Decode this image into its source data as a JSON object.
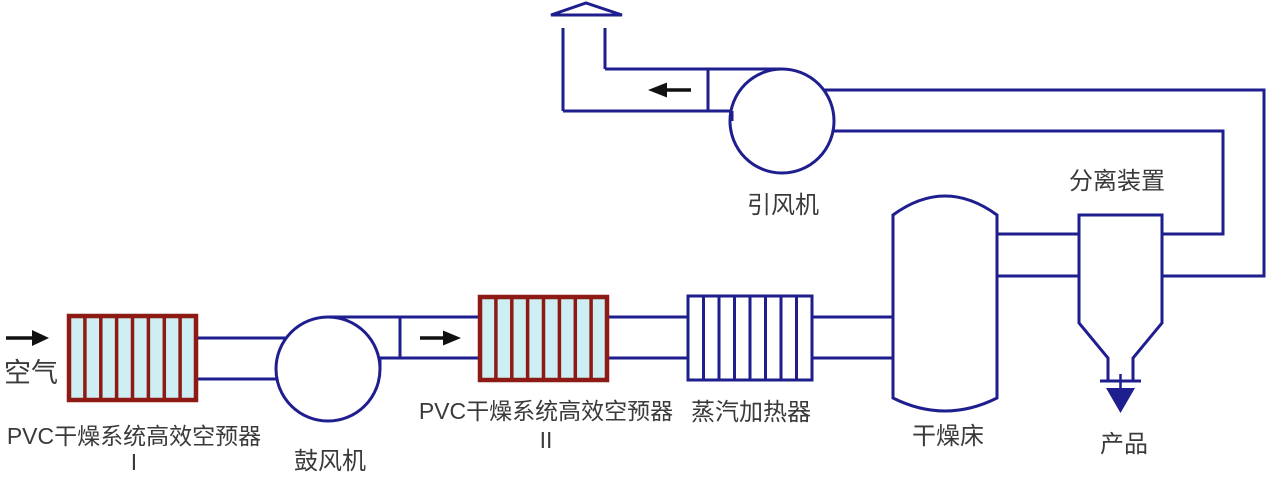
{
  "diagram": {
    "title": "PVC drying system process flow diagram",
    "labels": {
      "air": "空气",
      "preheater1": {
        "line1": "PVC干燥系统高效空预器",
        "line2": "I"
      },
      "blower": "鼓风机",
      "preheater2": {
        "line1": "PVC干燥系统高效空预器",
        "line2": "II"
      },
      "steam_heater": "蒸汽加热器",
      "drying_bed": "干燥床",
      "separator": "分离装置",
      "induced_fan": "引风机",
      "product": "产品"
    },
    "colors": {
      "pipe_line": "#1e1e8f",
      "preheater_border": "#8e1a16",
      "preheater_fill": "#cdeef2",
      "steam_heater_line": "#1e1e8f",
      "flow_arrow": "#111111",
      "product_arrow": "#1e1e8f",
      "label_text": "#3a3a3a",
      "background": "#ffffff"
    }
  }
}
